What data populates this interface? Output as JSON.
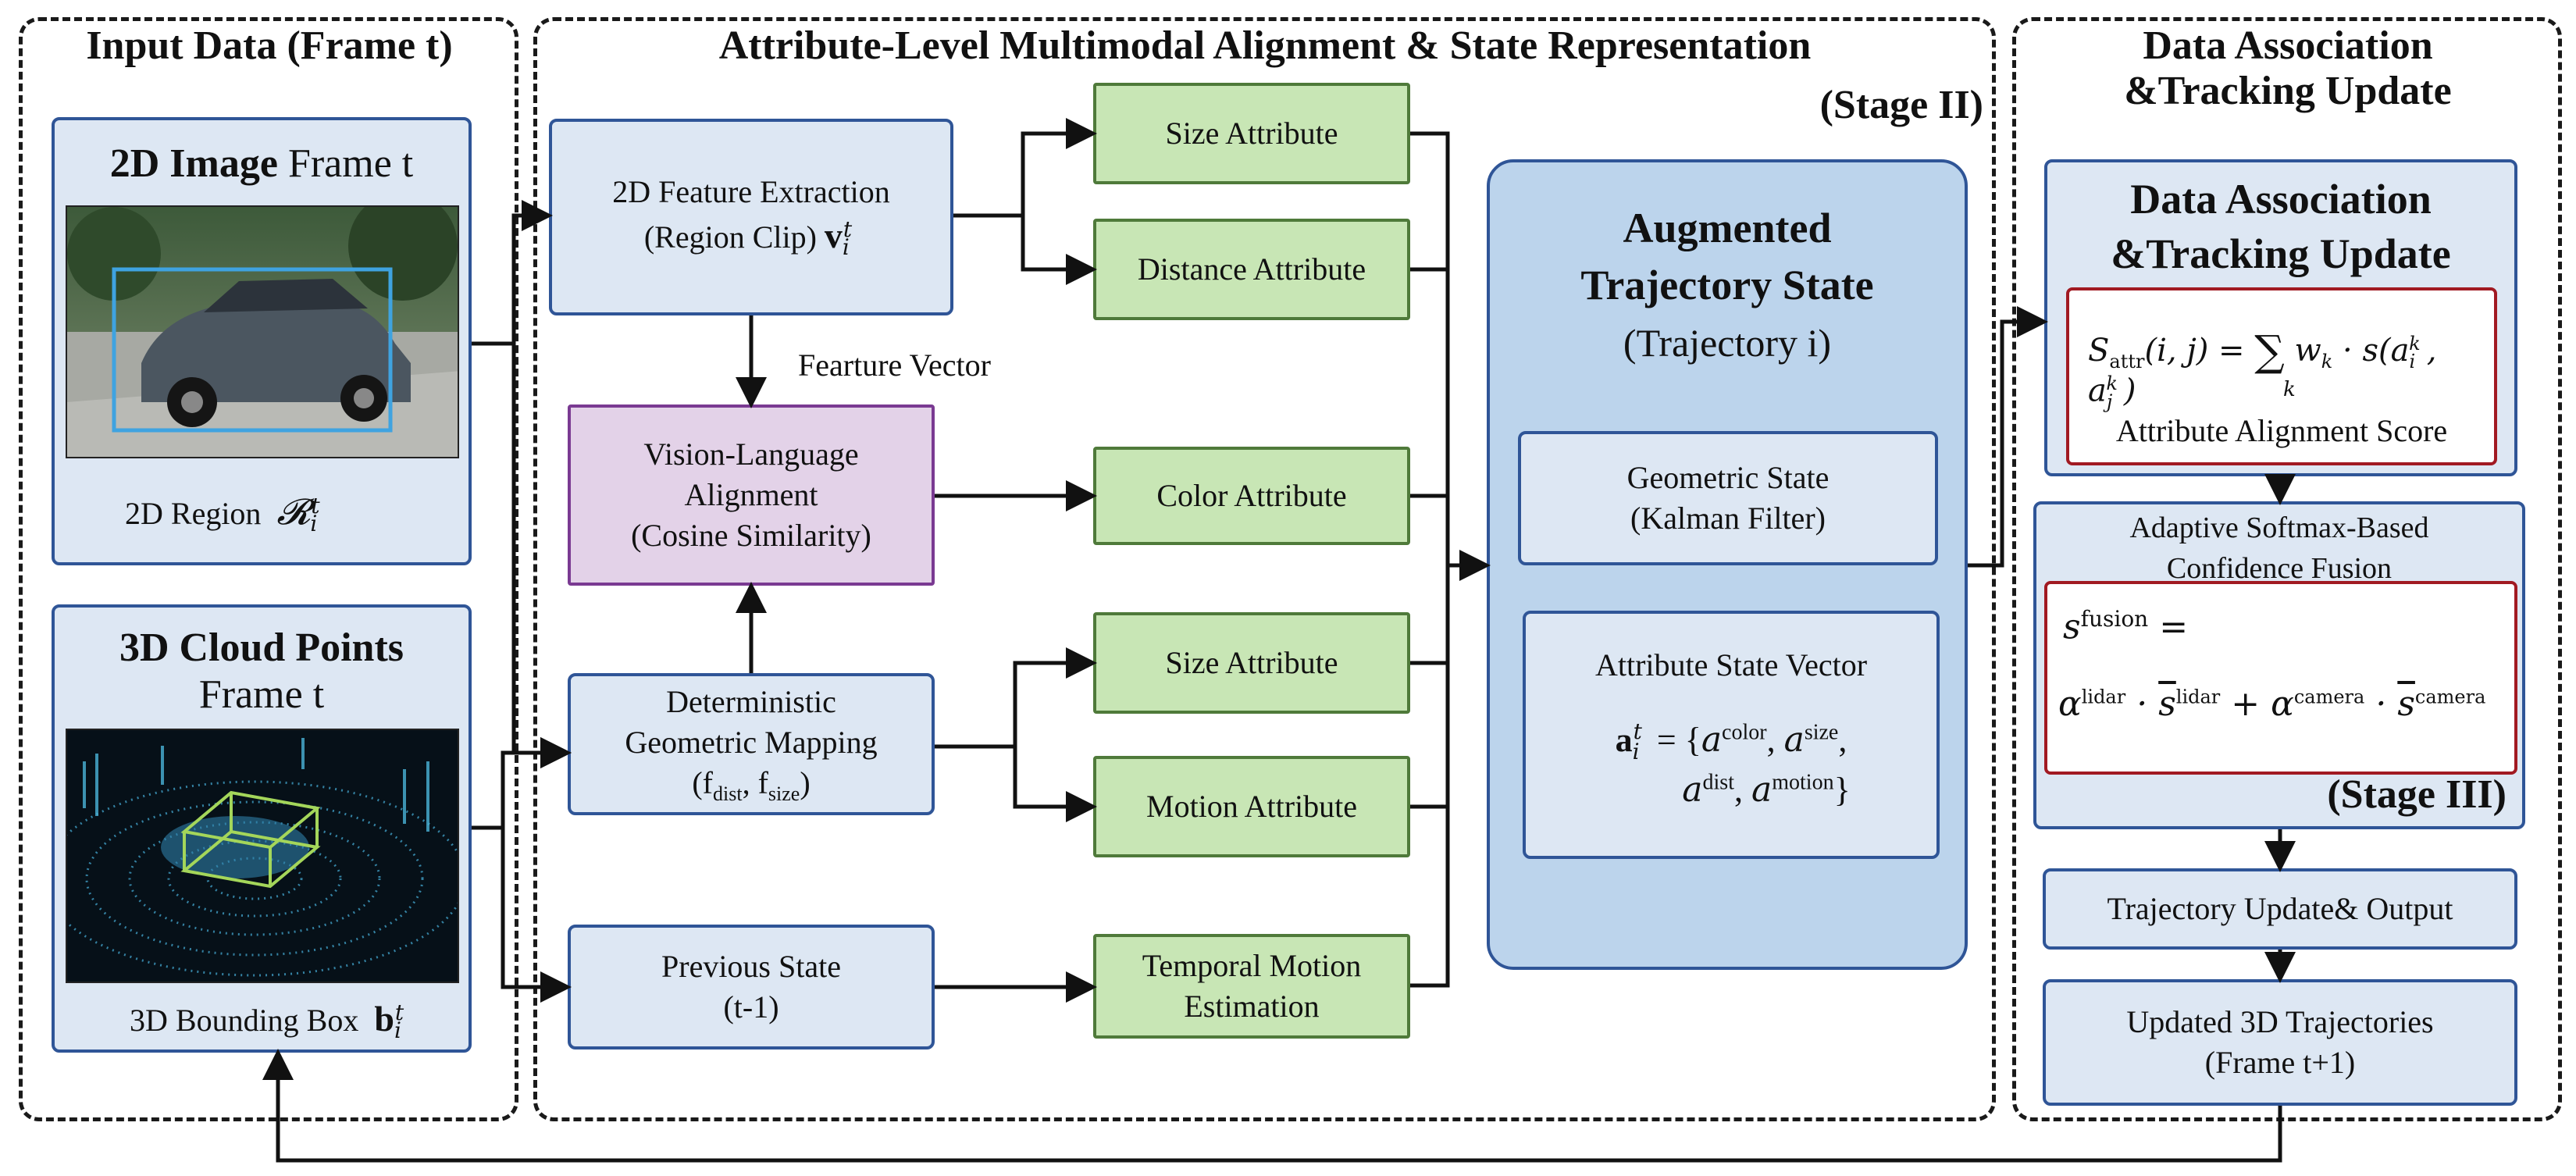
{
  "sections": {
    "input": {
      "title": "Input Data (Frame t)"
    },
    "stage2": {
      "title": "Attribute-Level Multimodal Alignment & State Representation",
      "stage_label": "(Stage II)"
    },
    "stage3": {
      "title_line1": "Data Association",
      "title_line2": "&Tracking Update",
      "stage_label": "(Stage III)"
    }
  },
  "input": {
    "image_card": {
      "title_bold": "2D Image",
      "title_rest": " Frame t",
      "region_label": "2D Region"
    },
    "cloud_card": {
      "title_line1": "3D Cloud Points",
      "title_line2": "Frame t",
      "bbox_label": "3D Bounding Box"
    }
  },
  "stage2": {
    "feature_extraction": {
      "line1": "2D Feature Extraction",
      "line2": "(Region Clip)"
    },
    "feature_vector_label": "Fearture Vector",
    "vl_alignment": {
      "line1": "Vision-Language",
      "line2": "Alignment",
      "line3": "(Cosine Similarity)"
    },
    "geo_mapping": {
      "line1": "Deterministic",
      "line2": "Geometric Mapping"
    },
    "prev_state": {
      "line1": "Previous State",
      "line2": "(t-1)"
    },
    "attributes": {
      "size_top": "Size Attribute",
      "distance": "Distance Attribute",
      "color": "Color Attribute",
      "size_mid": "Size Attribute",
      "motion": "Motion Attribute",
      "temporal_line1": "Temporal Motion",
      "temporal_line2": "Estimation"
    },
    "trajectory": {
      "title_line1": "Augmented",
      "title_line2": "Trajectory State",
      "subtitle": "(Trajectory i)",
      "geometric_line1": "Geometric State",
      "geometric_line2": "(Kalman Filter)",
      "attr_vector_title": "Attribute State Vector"
    }
  },
  "stage3": {
    "assoc_box": {
      "title_line1": "Data Association",
      "title_line2": "&Tracking Update",
      "score_label": "Attribute Alignment Score"
    },
    "fusion_box": {
      "title_line1": "Adaptive Softmax-Based",
      "title_line2": "Confidence Fusion"
    },
    "traj_update": "Trajectory Update& Output",
    "updated": {
      "line1": "Updated 3D Trajectories",
      "line2": "(Frame t+1)"
    }
  },
  "colors": {
    "blue_fill": "#dde7f3",
    "blue_border": "#2f5597",
    "green_fill": "#c8e6b5",
    "green_border": "#4f7a3a",
    "purple_fill": "#e3d2e8",
    "purple_border": "#7a3a92",
    "traj_fill": "#bcd4ec",
    "red_border": "#a11a22"
  }
}
